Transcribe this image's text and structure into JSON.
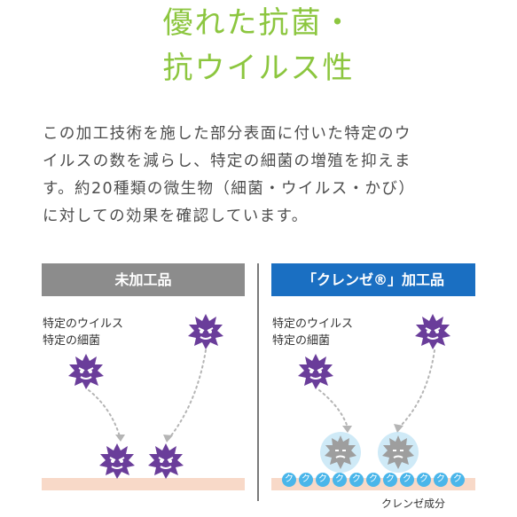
{
  "heading": {
    "line1": "優れた抗菌・",
    "line2": "抗ウイルス性"
  },
  "description": {
    "lines": [
      "この加工技術を施した部分表面に付いた特定のウ",
      "イルスの数を減らし、特定の細菌の増殖を抑えま",
      "す。約20種類の微生物（細菌・ウイルス・かび）",
      "に対しての効果を確認しています。"
    ]
  },
  "panels": {
    "untreated": {
      "header": "未加工品",
      "label_line1": "特定のウイルス",
      "label_line2": "特定の細菌"
    },
    "treated": {
      "header": "「クレンゼ®」加工品",
      "label_line1": "特定のウイルス",
      "label_line2": "特定の細菌",
      "coating_label": "クレンゼ成分",
      "bead_glyph": "ク"
    }
  },
  "colors": {
    "heading": "#8cc63f",
    "text": "#4d4d4d",
    "header_gray": "#8c8c8c",
    "header_blue": "#1a6fc2",
    "germ_active": "#6a3d9a",
    "germ_inactive": "#9e9e9e",
    "inactive_glow": "#a8d8f0",
    "floor": "#f8d9c8",
    "coating_bead": "#4ab6ea"
  },
  "icons": {
    "germ_active": "angry-germ-icon",
    "germ_inactive": "weakened-germ-icon",
    "trail": "dotted-arrow-icon"
  }
}
